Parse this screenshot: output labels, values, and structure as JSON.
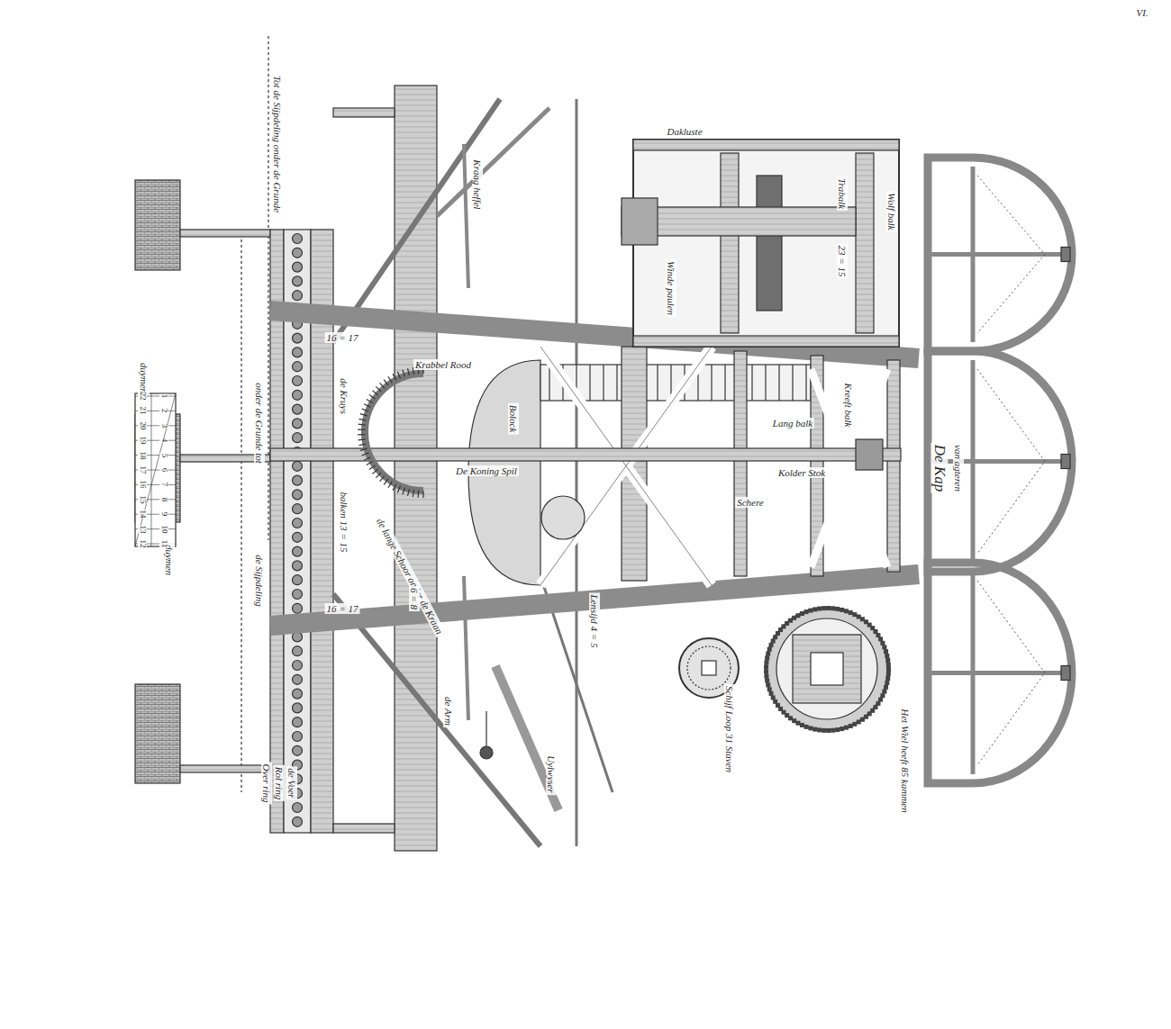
{
  "diagram": {
    "labels": [
      "VI.",
      "Tot de Sijpdeling onder de Grunde",
      "onder de Grunde tot",
      "de Sijpdeling",
      "duymen",
      "duymen",
      "22",
      "21",
      "20",
      "19",
      "18",
      "17",
      "16",
      "15",
      "14",
      "13",
      "12",
      "1",
      "2",
      "3",
      "4",
      "5",
      "6",
      "7",
      "8",
      "9",
      "10",
      "11",
      "Dakluste",
      "Trabalk",
      "Wolf balk",
      "23 = 15",
      "Winde paulen",
      "De Kap",
      "van agteren",
      "Krabbel Rood",
      "Bolock",
      "De Koning Spil",
      "Kolder Stok",
      "Schere",
      "Kreeft balk",
      "Lang balk",
      "de Kruys",
      "balken 13 = 15",
      "de lange Schoor onder de Kraan",
      "16 = 17",
      "16 = 17",
      "6 = 8",
      "Lensijd 4 = 5",
      "Kraag heffel",
      "de Arm",
      "Uylwyser",
      "Over ring",
      "Rol ring",
      "de Voer",
      "Schijf Loop 31 Staven",
      "Het Wiel heeft 85 kammen"
    ]
  }
}
